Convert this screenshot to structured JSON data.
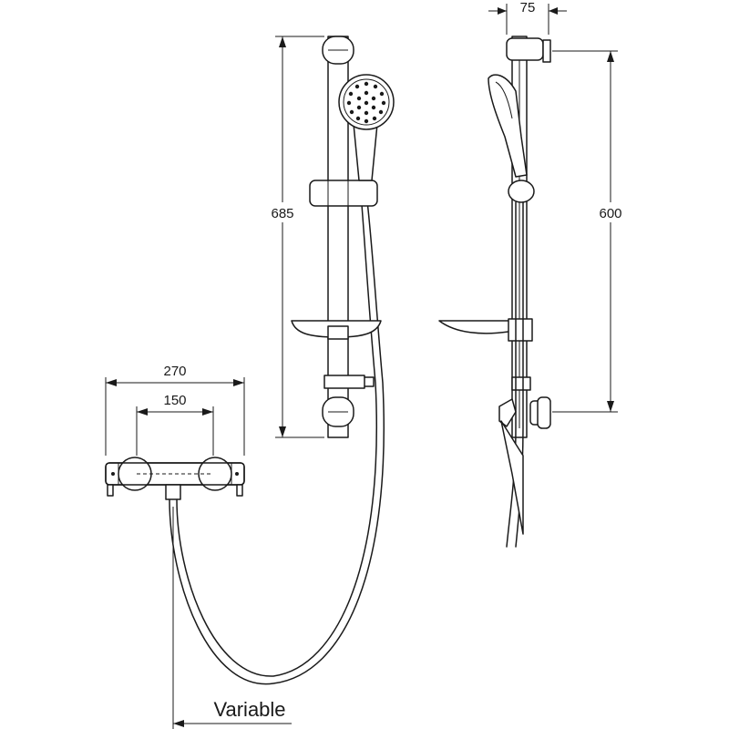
{
  "dimensions": {
    "bar_height_front": "685",
    "bar_depth": "75",
    "bar_height_side": "600",
    "valve_width": "270",
    "valve_centres": "150",
    "hose_length": "Variable"
  }
}
